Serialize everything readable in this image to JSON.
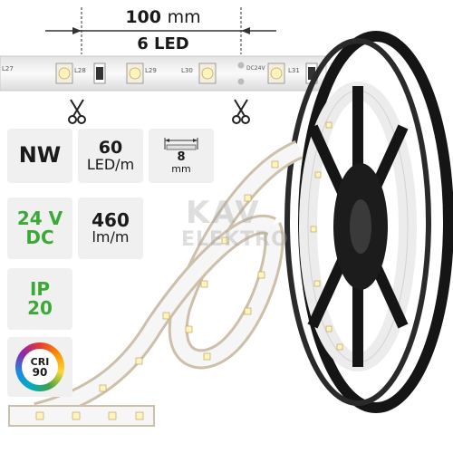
{
  "dimension": {
    "length_value": "100",
    "length_unit": "mm",
    "led_count_label": "6 LED"
  },
  "strip_labels": {
    "l27": "L27",
    "l28": "L28",
    "l29": "L29",
    "l30": "L30",
    "l31": "L31",
    "dc24v": "DC24V"
  },
  "specs": {
    "color_temp": "NW",
    "density_value": "60",
    "density_unit": "LED/m",
    "width_value": "8",
    "width_unit": "mm",
    "voltage_line1": "24 V",
    "voltage_line2": "DC",
    "lumen_value": "460",
    "lumen_unit": "lm/m",
    "ip_line1": "IP",
    "ip_line2": "20",
    "cri_label": "CRI",
    "cri_value": "90"
  },
  "watermark": {
    "line1": "KAV",
    "line2": "ELEKTRO"
  },
  "colors": {
    "green": "#3aa935",
    "dark_text": "#1a1a1a",
    "box_bg": "#f0f0f0",
    "strip": "#f6f6f6",
    "tape": "#cdbfa9",
    "reel": "#151515"
  },
  "icons": {
    "cut_mark": "scissors-icon",
    "width": "strip-width-icon",
    "cri": "cri-color-wheel-icon"
  }
}
